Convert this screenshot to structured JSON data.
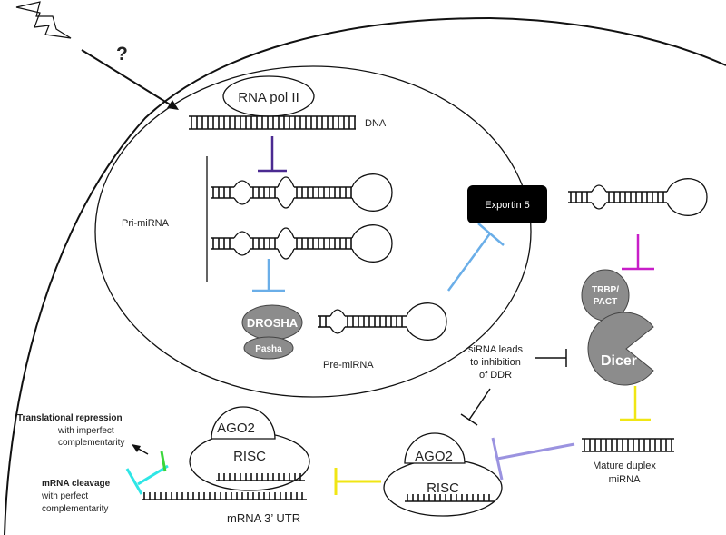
{
  "labels": {
    "question": "?",
    "rna_pol": "RNA pol II",
    "dna": "DNA",
    "pri_mirna": "Pri-miRNA",
    "drosha": "DROSHA",
    "pasha": "Pasha",
    "pre_mirna": "Pre-miRNA",
    "exportin": "Exportin 5",
    "trbp": [
      "TRBP/",
      "PACT"
    ],
    "dicer": "Dicer",
    "sirna": [
      "siRNA leads",
      "to inhibition",
      "of DDR"
    ],
    "mature": [
      "Mature duplex",
      "miRNA"
    ],
    "ago2_left": "AGO2",
    "risc_left": "RISC",
    "ago2_right": "AGO2",
    "risc_right": "RISC",
    "mrna_utr": "mRNA 3’ UTR",
    "translational": "Translational repression",
    "imperfect": [
      "with imperfect",
      "complementarity"
    ],
    "cleavage": "mRNA cleavage",
    "perfect": [
      "with perfect",
      "complementarity"
    ]
  },
  "colors": {
    "purple_dark": "#4b2a91",
    "blue_light": "#6aaee8",
    "magenta": "#c81ec8",
    "yellow": "#f0e614",
    "lavender": "#9b93e0",
    "cyan": "#2ee6e6",
    "green": "#3ad63a",
    "grey_protein": "#8c8c8c",
    "black_box": "#000000"
  },
  "icons": [
    "lightning-icon"
  ]
}
